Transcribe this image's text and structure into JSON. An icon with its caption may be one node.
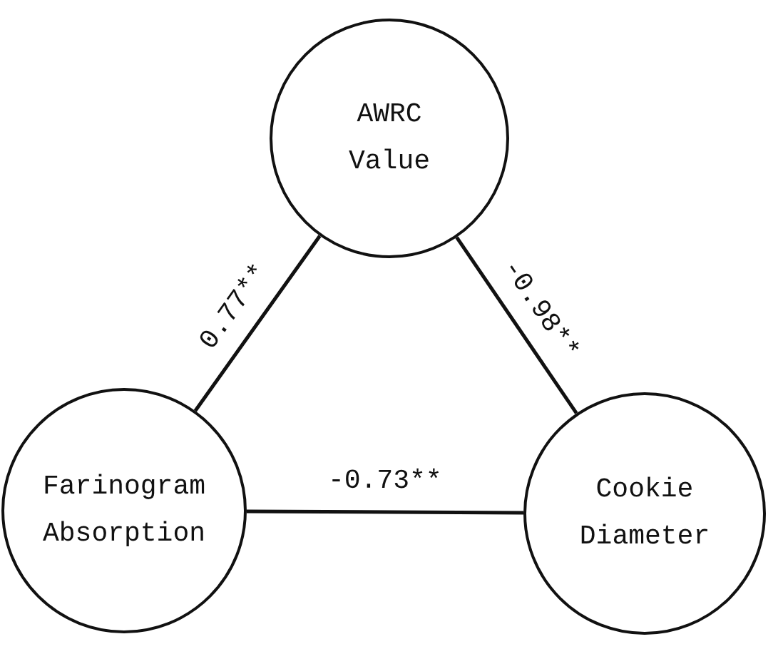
{
  "diagram": {
    "nodes": [
      {
        "text": [
          "AWRC Value"
        ]
      },
      {
        "text": [
          "Farinogram Absorption"
        ]
      },
      {
        "text": [
          "Cookie Diameter"
        ]
      }
    ],
    "edges": [
      {
        "from": 0,
        "to": 1,
        "arrow": "none",
        "label": "0.77**"
      },
      {
        "from": 0,
        "to": 2,
        "arrow": "none",
        "label": "-0.98**"
      },
      {
        "from": 1,
        "to": 2,
        "arrow": "none",
        "label": "-0.73**"
      }
    ]
  }
}
